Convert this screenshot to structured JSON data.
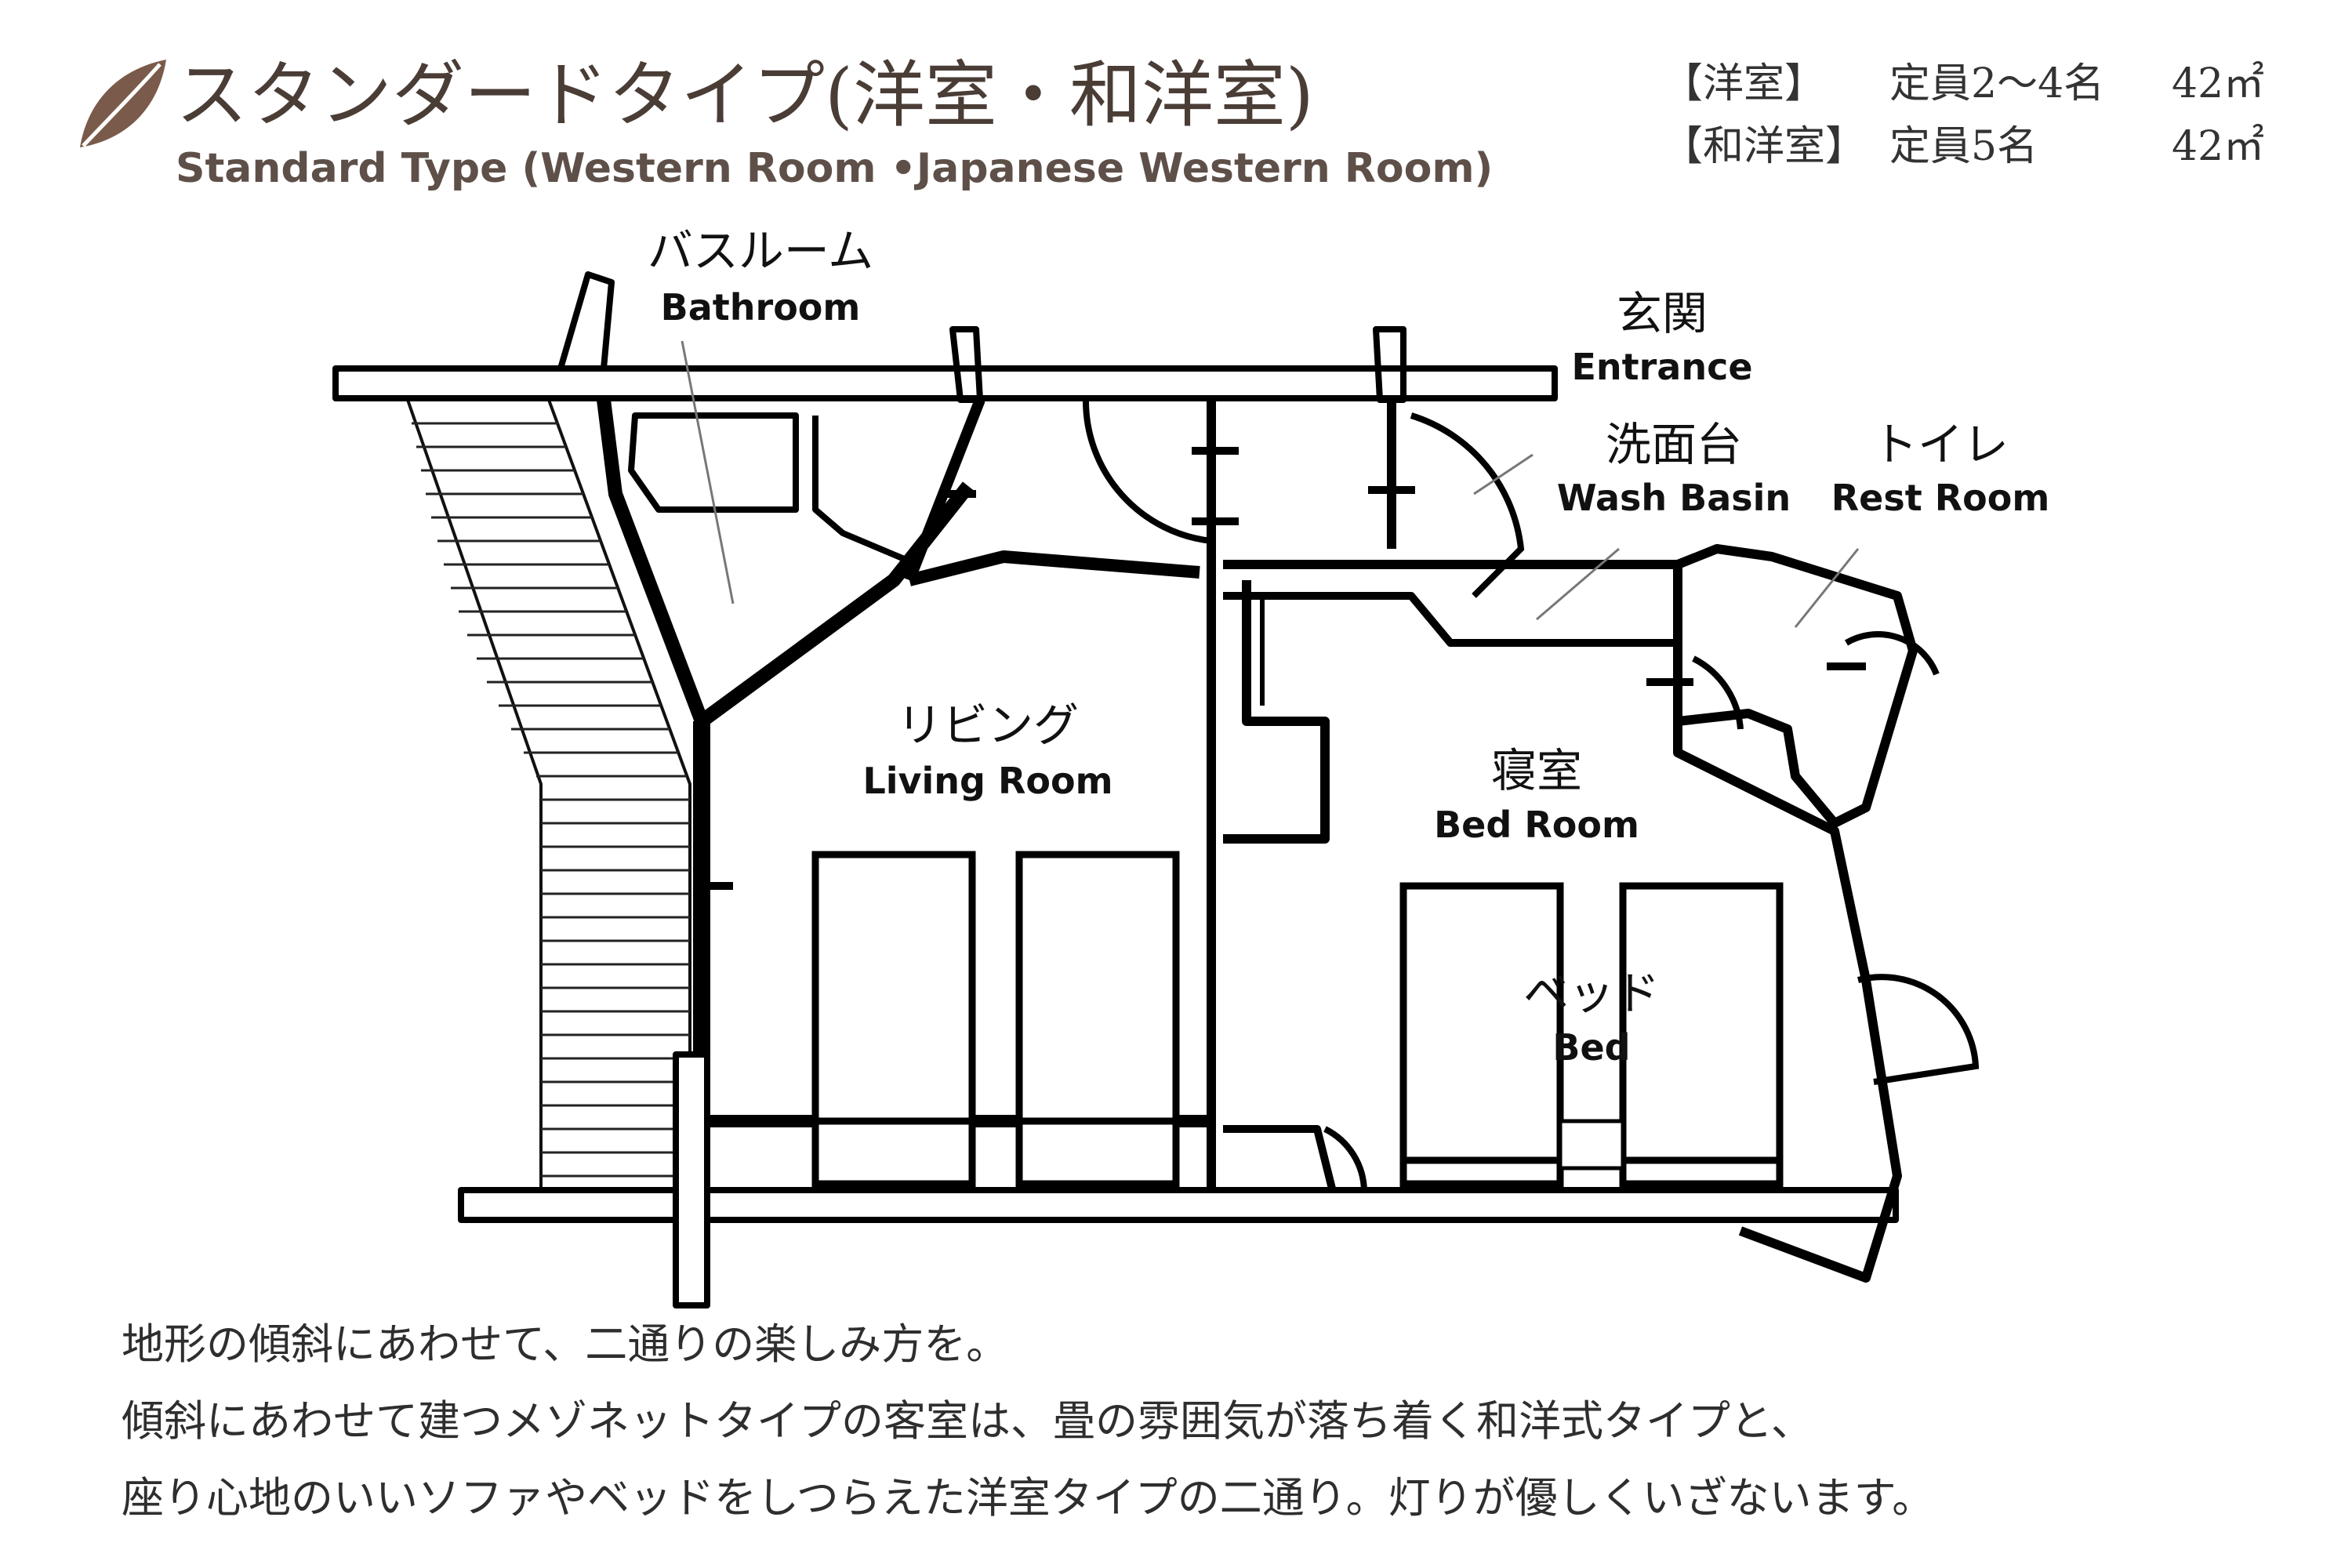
{
  "header": {
    "title_jp": "スタンダードタイプ(洋室・和洋室)",
    "title_en": "Standard Type (Western Room •Japanese Western Room)",
    "accent_color": "#7a5a4a",
    "icon": "leaf-icon"
  },
  "specs": [
    {
      "label": "【洋室】",
      "capacity": "定員2～4名",
      "area": "42㎡"
    },
    {
      "label": "【和洋室】",
      "capacity": "定員5名",
      "area": "42㎡"
    }
  ],
  "rooms": {
    "bathroom": {
      "jp": "バスルーム",
      "en": "Bathroom"
    },
    "entrance": {
      "jp": "玄関",
      "en": "Entrance"
    },
    "wash_basin": {
      "jp": "洗面台",
      "en": "Wash Basin"
    },
    "rest_room": {
      "jp": "トイレ",
      "en": "Rest Room"
    },
    "living_room": {
      "jp": "リビング",
      "en": "Living Room"
    },
    "bed_room": {
      "jp": "寝室",
      "en": "Bed Room"
    },
    "bed": {
      "jp": "ベッド",
      "en": "Bed"
    }
  },
  "description": [
    "地形の傾斜にあわせて、二通りの楽しみ方を。",
    "傾斜にあわせて建つメゾネットタイプの客室は、畳の雰囲気が落ち着く和洋式タイプと、",
    "座り心地のいいソファやベッドをしつらえた洋室タイプの二通り。灯りが優しくいざないます。"
  ]
}
